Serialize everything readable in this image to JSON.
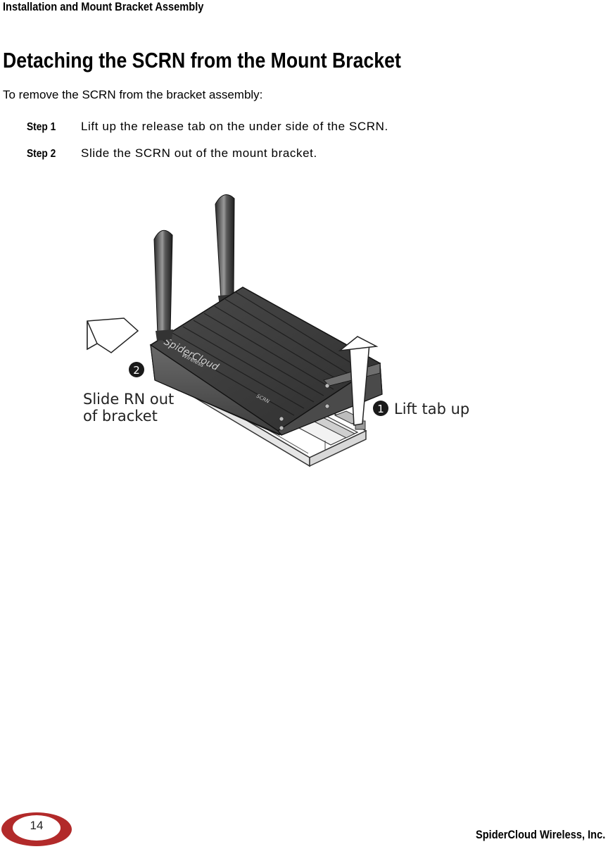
{
  "header": {
    "section": "Installation and Mount Bracket Assembly"
  },
  "main": {
    "title": "Detaching the SCRN from the Mount Bracket",
    "intro": "To remove the SCRN from the bracket assembly:",
    "steps": [
      {
        "label": "Step 1",
        "text": "Lift up the release tab on the under side of the SCRN."
      },
      {
        "label": "Step 2",
        "text": "Slide the SCRN out of the mount bracket."
      }
    ]
  },
  "figure": {
    "callout_2_number": "2",
    "callout_2_line1": "Slide RN out",
    "callout_2_line2": "of bracket",
    "callout_1_number": "1",
    "callout_1_text": "Lift tab up",
    "device_brand": "SpiderCloud",
    "device_brand_sub": "Wireless",
    "device_model": "SCRN",
    "colors": {
      "badge": "#b22a2a",
      "callout": "#1a1a1a",
      "device": "#3a3a3a"
    }
  },
  "footer": {
    "page": "14",
    "company": "SpiderCloud Wireless, Inc."
  }
}
